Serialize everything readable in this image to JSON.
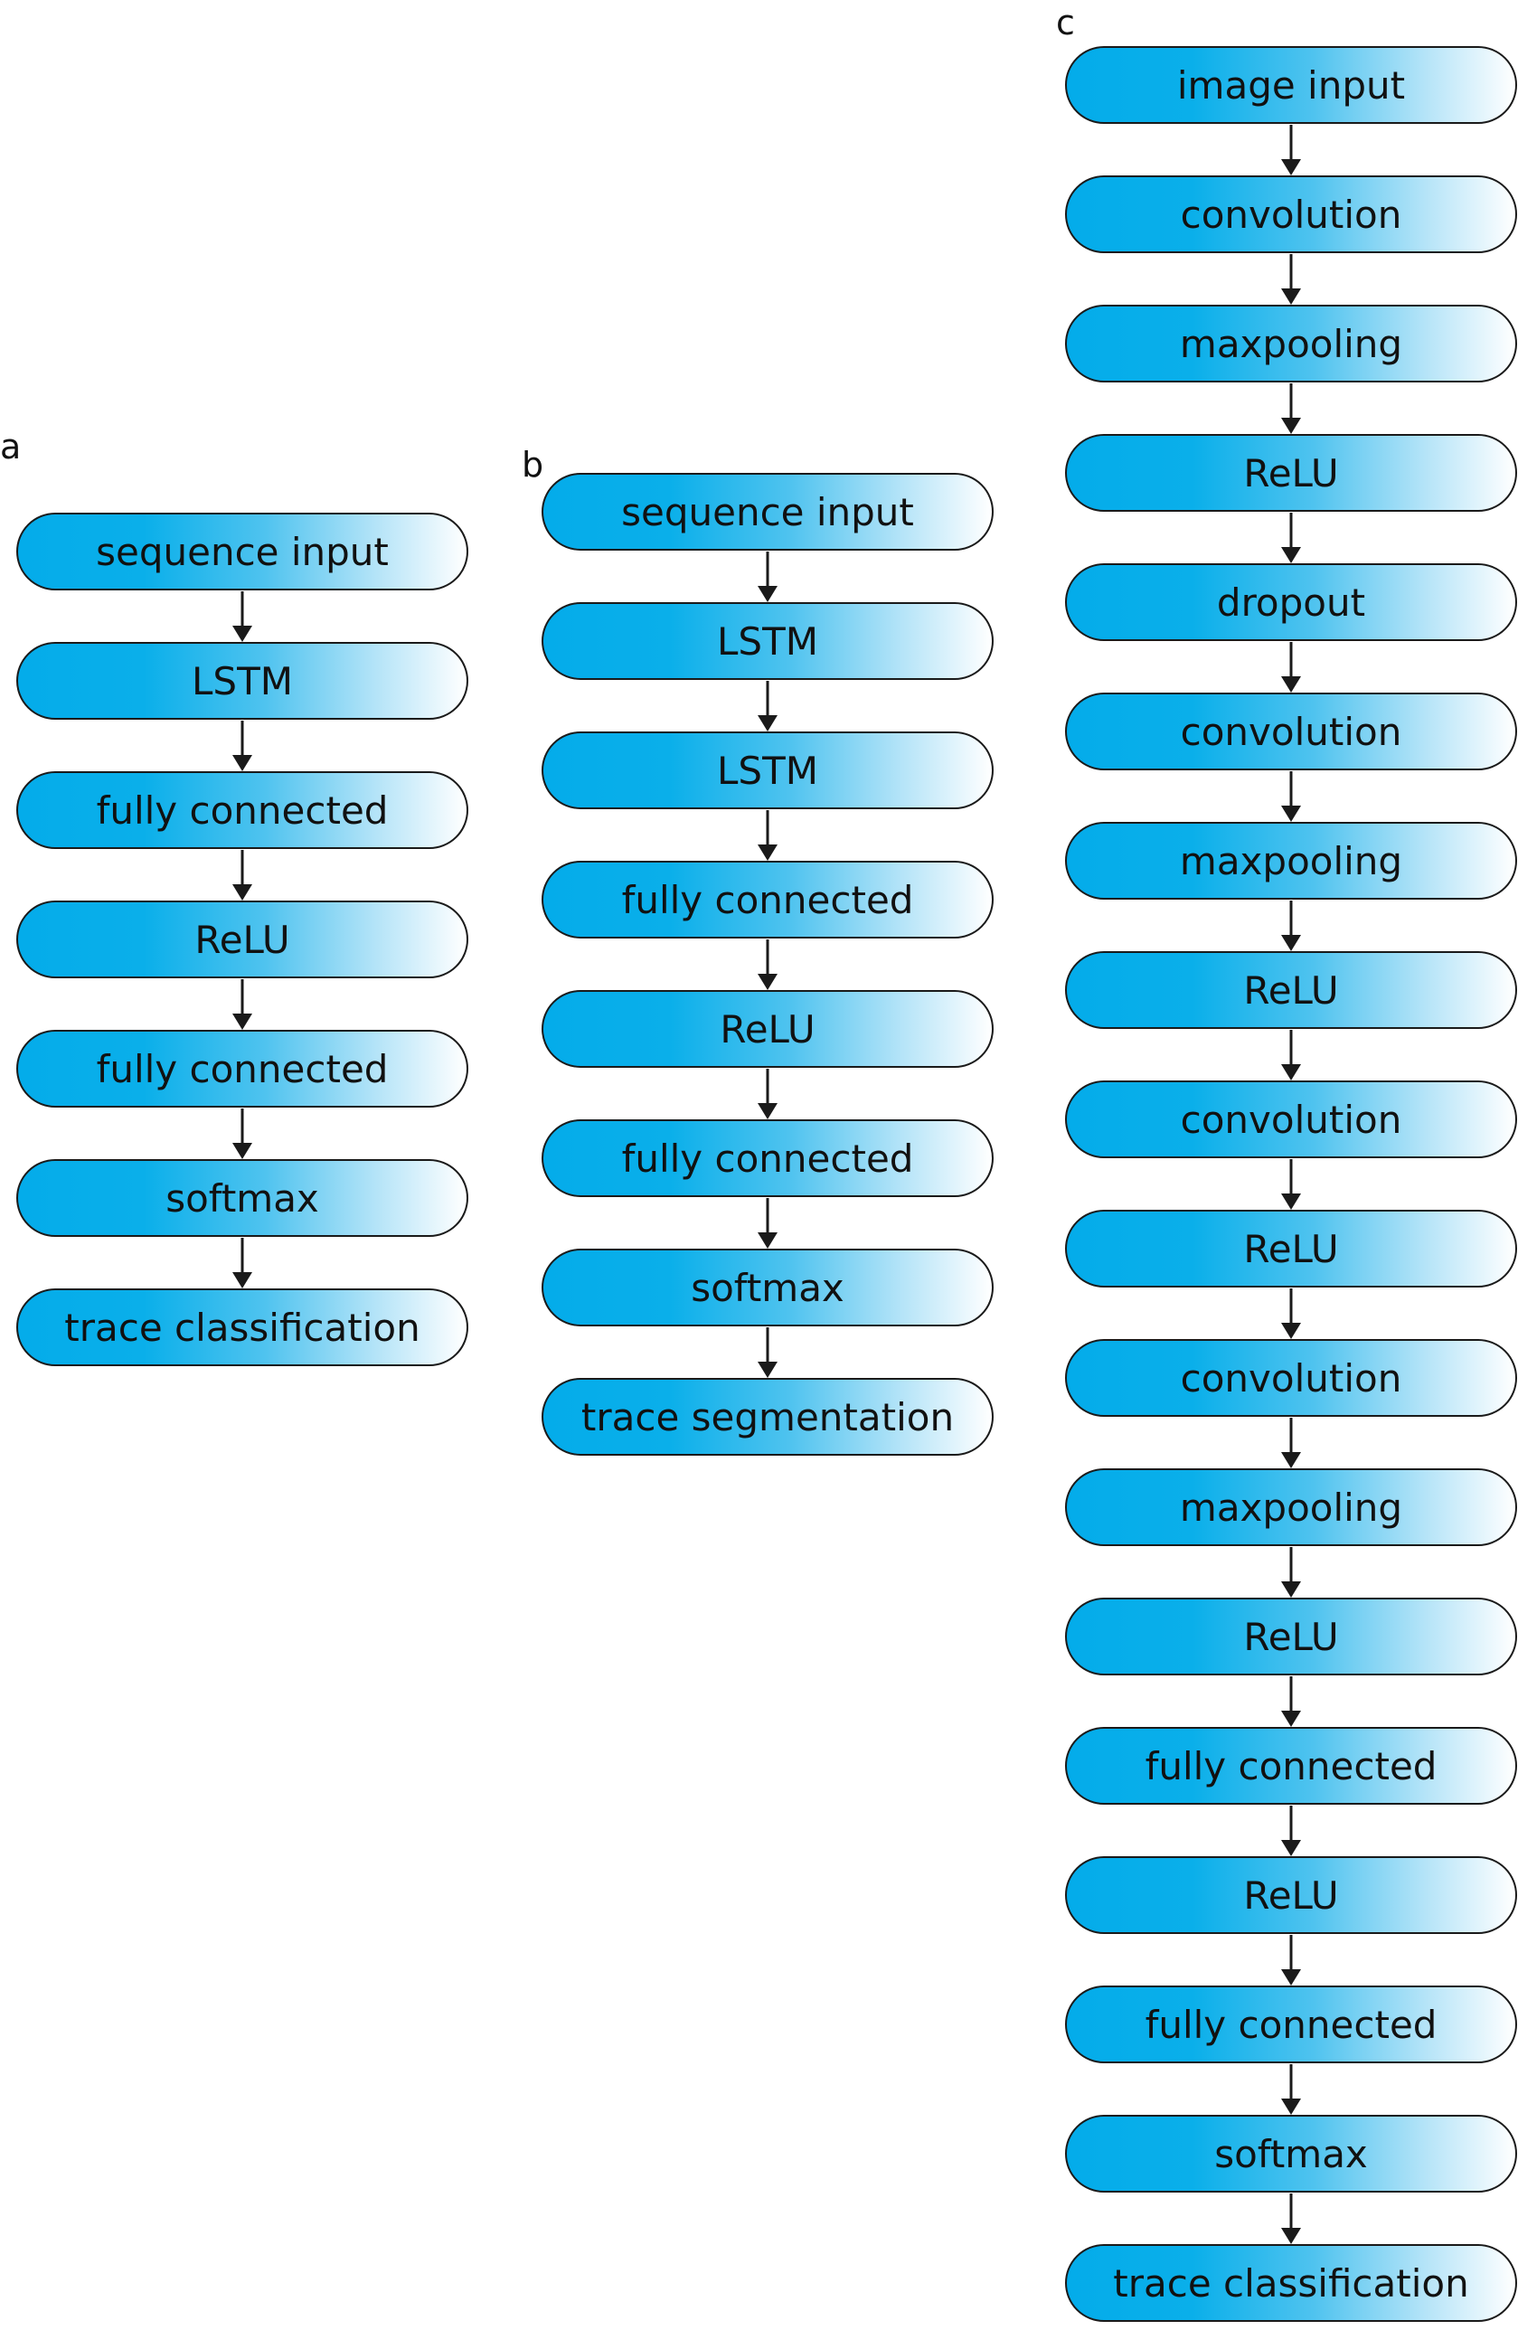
{
  "panels": [
    {
      "id": "a",
      "label": "a",
      "layers": [
        "sequence input",
        "LSTM",
        "fully connected",
        "ReLU",
        "fully connected",
        "softmax",
        "trace classification"
      ]
    },
    {
      "id": "b",
      "label": "b",
      "layers": [
        "sequence input",
        "LSTM",
        "LSTM",
        "fully connected",
        "ReLU",
        "fully connected",
        "softmax",
        "trace segmentation"
      ]
    },
    {
      "id": "c",
      "label": "c",
      "layers": [
        "image input",
        "convolution",
        "maxpooling",
        "ReLU",
        "dropout",
        "convolution",
        "maxpooling",
        "ReLU",
        "convolution",
        "ReLU",
        "convolution",
        "maxpooling",
        "ReLU",
        "fully connected",
        "ReLU",
        "fully connected",
        "softmax",
        "trace classification"
      ]
    }
  ],
  "colors": {
    "box_fill_start": "#04acea",
    "box_fill_end": "#ffffff",
    "border": "#1a1a1a",
    "text": "#111111"
  }
}
